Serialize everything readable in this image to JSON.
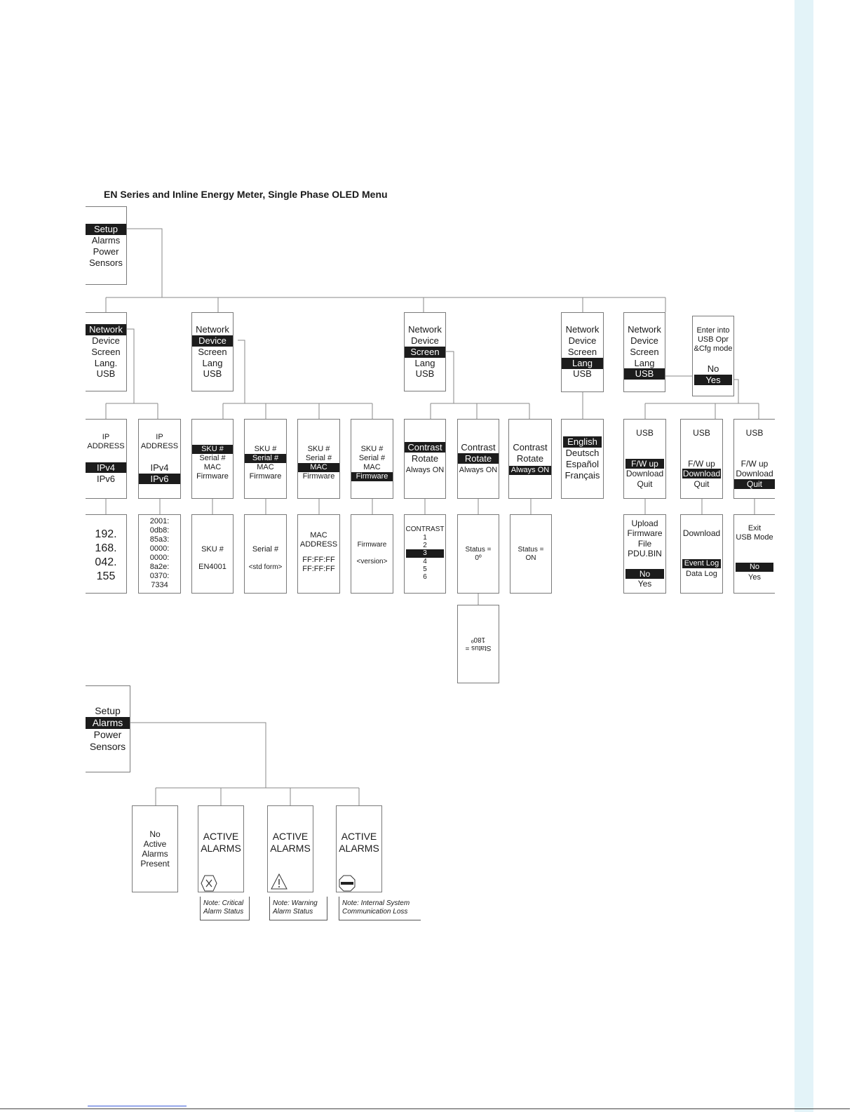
{
  "diagram_title": "EN Series and Inline Energy Meter, Single Phase OLED Menu",
  "colors": {
    "sidebar_strip": "#e3f3f8",
    "highlight_bar": "#1c1c1c",
    "box_border": "#7a7a7a",
    "footer_link": "#3a5bd9"
  },
  "setup_menu": {
    "root": [
      "Setup",
      "Alarms",
      "Power",
      "Sensors"
    ],
    "network_menu": [
      "Network",
      "Device",
      "Screen",
      "Lang.",
      "USB"
    ],
    "device_menu": [
      "Network",
      "Device",
      "Screen",
      "Lang",
      "USB"
    ],
    "screen_menu": [
      "Network",
      "Device",
      "Screen",
      "Lang",
      "USB"
    ],
    "lang_menu": [
      "Network",
      "Device",
      "Screen",
      "Lang",
      "USB"
    ],
    "usb_menu": [
      "Network",
      "Device",
      "Screen",
      "Lang",
      "USB"
    ],
    "usb_mode_prompt": [
      "Enter into",
      "USB Opr",
      "&Cfg mode",
      "No",
      "Yes"
    ],
    "ipv4_select": [
      "IP",
      "ADDRESS",
      "IPv4",
      "IPv6"
    ],
    "ipv6_select": [
      "IP",
      "ADDRESS",
      "IPv4",
      "IPv6"
    ],
    "ipv4_value": [
      "192.",
      "168.",
      "042.",
      "155"
    ],
    "ipv6_value": [
      "2001:",
      "0db8:",
      "85a3:",
      "0000:",
      "0000:",
      "8a2e:",
      "0370:",
      "7334"
    ],
    "sku_select": [
      "SKU #",
      "Serial #",
      "MAC",
      "Firmware"
    ],
    "serial_select": [
      "SKU #",
      "Serial #",
      "MAC",
      "Firmware"
    ],
    "mac_select": [
      "SKU #",
      "Serial #",
      "MAC",
      "Firmware"
    ],
    "firmware_select": [
      "SKU #",
      "Serial #",
      "MAC",
      "Firmware"
    ],
    "sku_value": [
      "SKU #",
      "EN4001"
    ],
    "serial_value": [
      "Serial #",
      "<std form>"
    ],
    "mac_value": [
      "MAC",
      "ADDRESS",
      "FF:FF:FF",
      "FF:FF:FF"
    ],
    "firmware_value": [
      "Firmware",
      "<version>"
    ],
    "contrast_select": [
      "Contrast",
      "Rotate",
      "Always ON"
    ],
    "rotate_select": [
      "Contrast",
      "Rotate",
      "Always ON"
    ],
    "always_on_select": [
      "Contrast",
      "Rotate",
      "Always ON"
    ],
    "contrast_value": [
      "CONTRAST",
      "1",
      "2",
      "3",
      "4",
      "5",
      "6"
    ],
    "rotate_value": [
      "Status =",
      "0º"
    ],
    "rotate_value_flipped": [
      "Status =",
      "180º"
    ],
    "always_on_value": [
      "Status =",
      "ON"
    ],
    "languages": [
      "English",
      "Deutsch",
      "Español",
      "Français"
    ],
    "usb_fw_select": [
      "USB",
      "F/W up",
      "Download",
      "Quit"
    ],
    "usb_download_select": [
      "USB",
      "F/W up",
      "Download",
      "Quit"
    ],
    "usb_quit_select": [
      "USB",
      "F/W up",
      "Download",
      "Quit"
    ],
    "fw_upload": [
      "Upload",
      "Firmware",
      "File",
      "PDU.BIN",
      "No",
      "Yes"
    ],
    "download_options": [
      "Download",
      "Event Log",
      "Data Log"
    ],
    "exit_usb": [
      "Exit",
      "USB Mode",
      "No",
      "Yes"
    ]
  },
  "alarms_menu": {
    "root": [
      "Setup",
      "Alarms",
      "Power",
      "Sensors"
    ],
    "no_alarms": [
      "No",
      "Active",
      "Alarms",
      "Present"
    ],
    "critical": [
      "ACTIVE",
      "ALARMS"
    ],
    "warning": [
      "ACTIVE",
      "ALARMS"
    ],
    "comm_loss": [
      "ACTIVE",
      "ALARMS"
    ],
    "notes": {
      "critical": [
        "Note: Critical",
        "Alarm Status"
      ],
      "warning": [
        "Note: Warning",
        "Alarm Status"
      ],
      "comm_loss": [
        "Note: Internal System",
        "Communication Loss"
      ]
    }
  }
}
